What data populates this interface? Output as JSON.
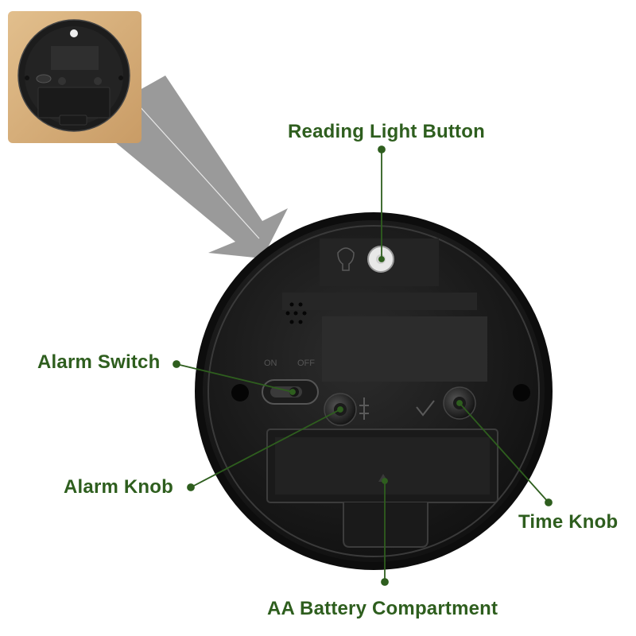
{
  "callouts": {
    "reading_light": "Reading Light  Button",
    "alarm_switch": "Alarm Switch",
    "alarm_knob": "Alarm Knob",
    "time_knob": "Time Knob",
    "battery": "AA Battery Compartment"
  },
  "switch_labels": {
    "on": "ON",
    "off": "OFF"
  },
  "colors": {
    "label_text": "#2e5e1e",
    "leader_line": "#2e5e1e",
    "clock_body": "#1f1f1f",
    "zoom_arrow": "#8f8f8f",
    "wood": "#d7b07c"
  }
}
